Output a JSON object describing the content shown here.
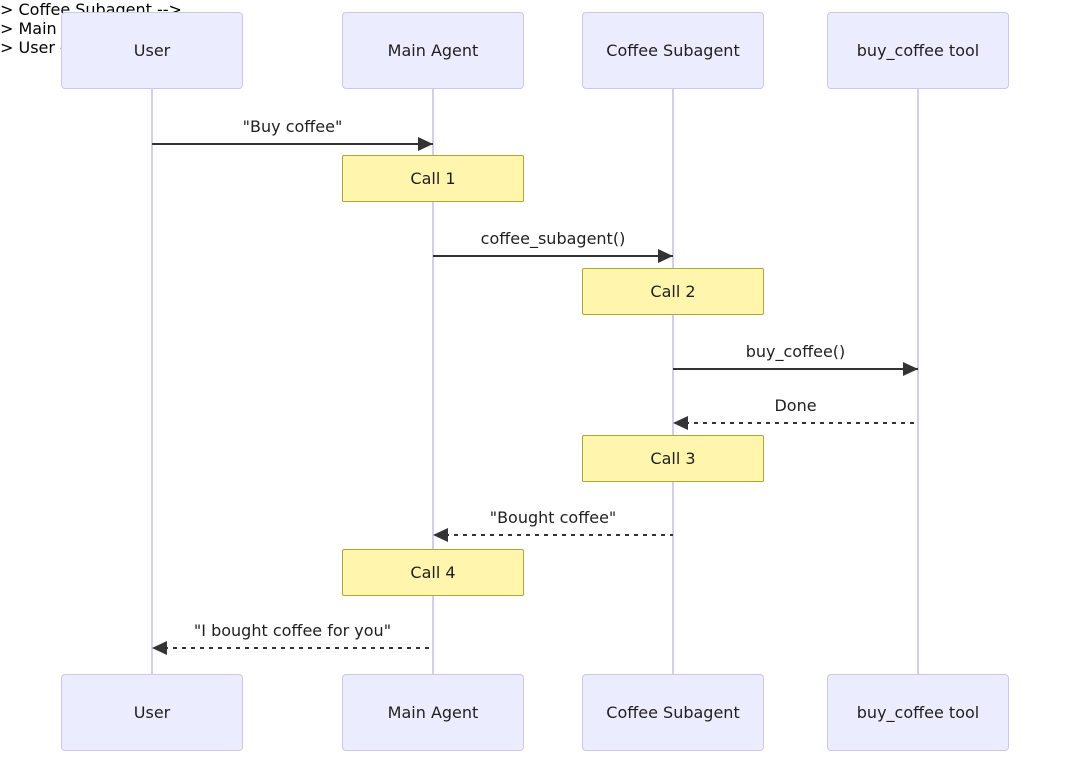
{
  "diagram": {
    "type": "sequence-diagram",
    "participants": [
      {
        "id": "user",
        "name": "User"
      },
      {
        "id": "main-agent",
        "name": "Main Agent"
      },
      {
        "id": "coffee-subagent",
        "name": "Coffee Subagent"
      },
      {
        "id": "buy-coffee-tool",
        "name": "buy_coffee tool"
      }
    ],
    "messages": [
      {
        "from": "User",
        "to": "Main Agent",
        "label": "\"Buy coffee\"",
        "line": "solid",
        "direction": "right"
      },
      {
        "from": "Main Agent",
        "to": "Coffee Subagent",
        "label": "coffee_subagent()",
        "line": "solid",
        "direction": "right"
      },
      {
        "from": "Coffee Subagent",
        "to": "buy_coffee tool",
        "label": "buy_coffee()",
        "line": "solid",
        "direction": "right"
      },
      {
        "from": "buy_coffee tool",
        "to": "Coffee Subagent",
        "label": "Done",
        "line": "dashed",
        "direction": "left"
      },
      {
        "from": "Coffee Subagent",
        "to": "Main Agent",
        "label": "\"Bought coffee\"",
        "line": "dashed",
        "direction": "left"
      },
      {
        "from": "Main Agent",
        "to": "User",
        "label": "\"I bought coffee for you\"",
        "line": "dashed",
        "direction": "left"
      }
    ],
    "notes": [
      {
        "over": "Main Agent",
        "label": "Call 1"
      },
      {
        "over": "Coffee Subagent",
        "label": "Call 2"
      },
      {
        "over": "Coffee Subagent",
        "label": "Call 3"
      },
      {
        "over": "Main Agent",
        "label": "Call 4"
      }
    ],
    "colors": {
      "actor_fill": "#ECECFF",
      "actor_border": "#CFC6EC",
      "lifeline": "#D5CCEF",
      "note_fill": "#FFF5AD",
      "note_border": "#AAAA33",
      "message": "#333333",
      "text": "#1F1F1F",
      "background": "#FFFFFF"
    }
  }
}
